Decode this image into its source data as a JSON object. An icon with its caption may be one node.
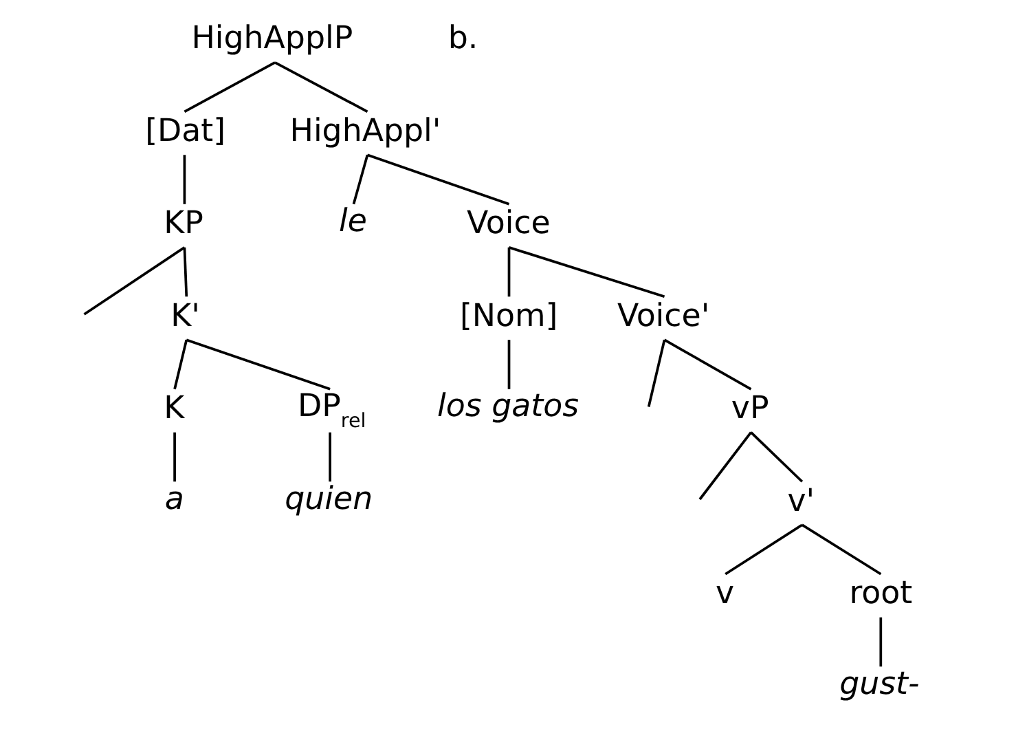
{
  "diagram": {
    "nodes": [
      {
        "text": [
          "HighApplP"
        ]
      },
      {
        "text": [
          "[Dat]"
        ]
      },
      {
        "text": [
          "HighAppl'"
        ]
      },
      {
        "text": [
          "KP"
        ]
      },
      {
        "text": [
          "le"
        ]
      },
      {
        "text": [
          "Voice"
        ]
      },
      {
        "text": [
          "K'"
        ]
      },
      {
        "text": [
          "[Nom]"
        ]
      },
      {
        "text": [
          "Voice'"
        ]
      },
      {
        "text": [
          "K"
        ]
      },
      {
        "text": [
          "DP$_{rel}$"
        ]
      },
      {
        "text": [
          "los gatos"
        ]
      },
      {
        "text": [
          "vP"
        ]
      },
      {
        "text": [
          "a"
        ]
      },
      {
        "text": [
          "quien"
        ]
      },
      {
        "text": [
          "v'"
        ]
      },
      {
        "text": [
          "v"
        ]
      },
      {
        "text": [
          "root"
        ]
      },
      {
        "text": [
          "gust-"
        ]
      }
    ],
    "edges": [
      {
        "from": 0,
        "to": 1,
        "arrow": "none"
      },
      {
        "from": 0,
        "to": 2,
        "arrow": "none"
      },
      {
        "from": 1,
        "to": 3,
        "arrow": "none"
      },
      {
        "from": 2,
        "to": 4,
        "arrow": "none"
      },
      {
        "from": 2,
        "to": 5,
        "arrow": "none"
      },
      {
        "from": 3,
        "to": null,
        "arrow": "none"
      },
      {
        "from": 3,
        "to": 6,
        "arrow": "none"
      },
      {
        "from": 5,
        "to": 7,
        "arrow": "none"
      },
      {
        "from": 5,
        "to": 8,
        "arrow": "none"
      },
      {
        "from": 6,
        "to": 9,
        "arrow": "none"
      },
      {
        "from": 6,
        "to": 10,
        "arrow": "none"
      },
      {
        "from": 7,
        "to": 11,
        "arrow": "none"
      },
      {
        "from": 8,
        "to": null,
        "arrow": "none"
      },
      {
        "from": 8,
        "to": 12,
        "arrow": "none"
      },
      {
        "from": 9,
        "to": 13,
        "arrow": "none"
      },
      {
        "from": 10,
        "to": 14,
        "arrow": "none"
      },
      {
        "from": 12,
        "to": null,
        "arrow": "none"
      },
      {
        "from": 12,
        "to": 15,
        "arrow": "none"
      },
      {
        "from": 15,
        "to": 16,
        "arrow": "none"
      },
      {
        "from": 15,
        "to": 17,
        "arrow": "none"
      },
      {
        "from": 17,
        "to": 18,
        "arrow": "none"
      }
    ],
    "labels": [
      "b."
    ]
  }
}
